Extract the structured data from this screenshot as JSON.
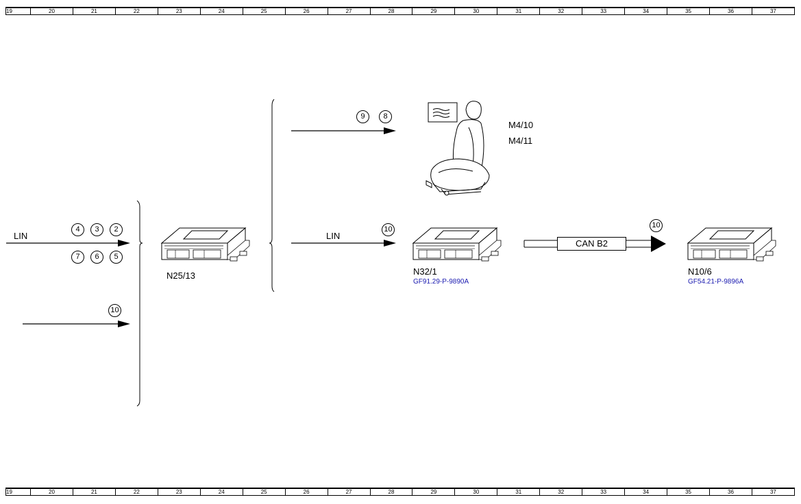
{
  "ruler": {
    "numbers": [
      "19",
      "20",
      "21",
      "22",
      "23",
      "24",
      "25",
      "26",
      "27",
      "28",
      "29",
      "30",
      "31",
      "32",
      "33",
      "34",
      "35",
      "36",
      "37"
    ]
  },
  "bus_labels": {
    "lin_input": "LIN",
    "lin_n32": "LIN",
    "can": "CAN B2"
  },
  "circles": {
    "top_row": [
      "4",
      "3",
      "2"
    ],
    "bottom_row": [
      "7",
      "6",
      "5"
    ],
    "lower_input": "10",
    "seat_a": "9",
    "seat_b": "8",
    "n32_input": "10",
    "can_output": "10"
  },
  "components": {
    "n25": {
      "code": "N25/13"
    },
    "n32": {
      "code": "N32/1",
      "ref": "GF91.29-P-9890A"
    },
    "n10": {
      "code": "N10/6",
      "ref": "GF54.21-P-9896A"
    },
    "seat": {
      "codes": [
        "M4/10",
        "M4/11"
      ]
    }
  },
  "colors": {
    "line": "#000000",
    "ref_link": "#1a1ab0"
  }
}
